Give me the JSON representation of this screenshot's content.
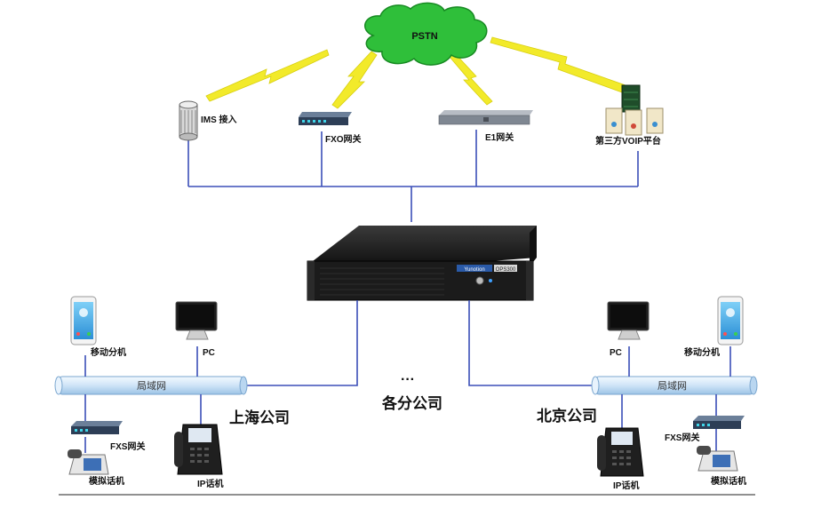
{
  "cloud_label": "PSTN",
  "top_devices": {
    "ims": "IMS 接入",
    "fxo": "FXO网关",
    "e1": "E1网关",
    "voip": "第三方VOIP平台"
  },
  "server": {
    "brand": "Yunotion",
    "model": "OPS300"
  },
  "left_site": {
    "mobile": "移动分机",
    "pc": "PC",
    "lan": "局域网",
    "fxs": "FXS网关",
    "analog": "模拟话机",
    "ip_phone": "IP话机",
    "title": "上海公司"
  },
  "center": {
    "dots": "···",
    "title": "各分公司"
  },
  "right_site": {
    "mobile": "移动分机",
    "pc": "PC",
    "lan": "局域网",
    "fxs": "FXS网关",
    "analog": "模拟话机",
    "ip_phone": "IP话机",
    "title": "北京公司"
  },
  "colors": {
    "link_line": "#3b4fb8",
    "cloud": "#2fbf3a",
    "lightning": "#f2ea2a",
    "lan_pipe": "#cfe4f7"
  }
}
